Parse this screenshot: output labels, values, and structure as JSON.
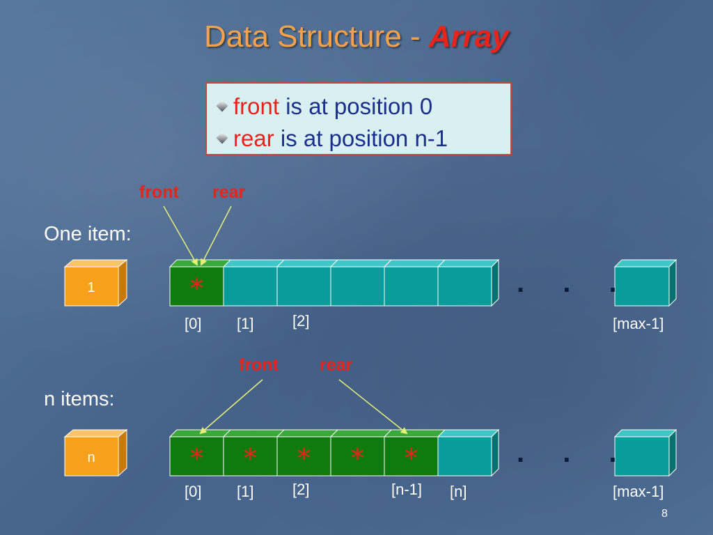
{
  "title": {
    "main": "Data Structure - ",
    "emphasis": "Array"
  },
  "info": {
    "line1": {
      "keyword": "front",
      "rest": " is at position 0"
    },
    "line2": {
      "keyword": "rear",
      "rest": " is at position n-1"
    }
  },
  "row1": {
    "label": "One item:",
    "count_value": "1",
    "front_label": "front",
    "rear_label": "rear",
    "cells": [
      "*",
      "",
      "",
      "",
      "",
      ""
    ],
    "filled_count": 1,
    "indices": [
      "[0]",
      "[1]",
      "[2]"
    ],
    "last_index": "[max-1]",
    "ellipsis": ". . ."
  },
  "row2": {
    "label": "n items:",
    "count_value": "n",
    "front_label": "front",
    "rear_label": "rear",
    "cells": [
      "*",
      "*",
      "*",
      "*",
      "*",
      ""
    ],
    "filled_count": 5,
    "indices": [
      "[0]",
      "[1]",
      "[2]",
      "[n-1]",
      "[n]"
    ],
    "last_index": "[max-1]",
    "ellipsis": ". . ."
  },
  "page_number": "8",
  "colors": {
    "title": "#f7a24a",
    "emphasis": "#e8231b",
    "filled_cell": "#0f7a0f",
    "empty_cell": "#0a9b9b",
    "counter_box": "#f7a11a",
    "arrow": "#e8f07a"
  }
}
